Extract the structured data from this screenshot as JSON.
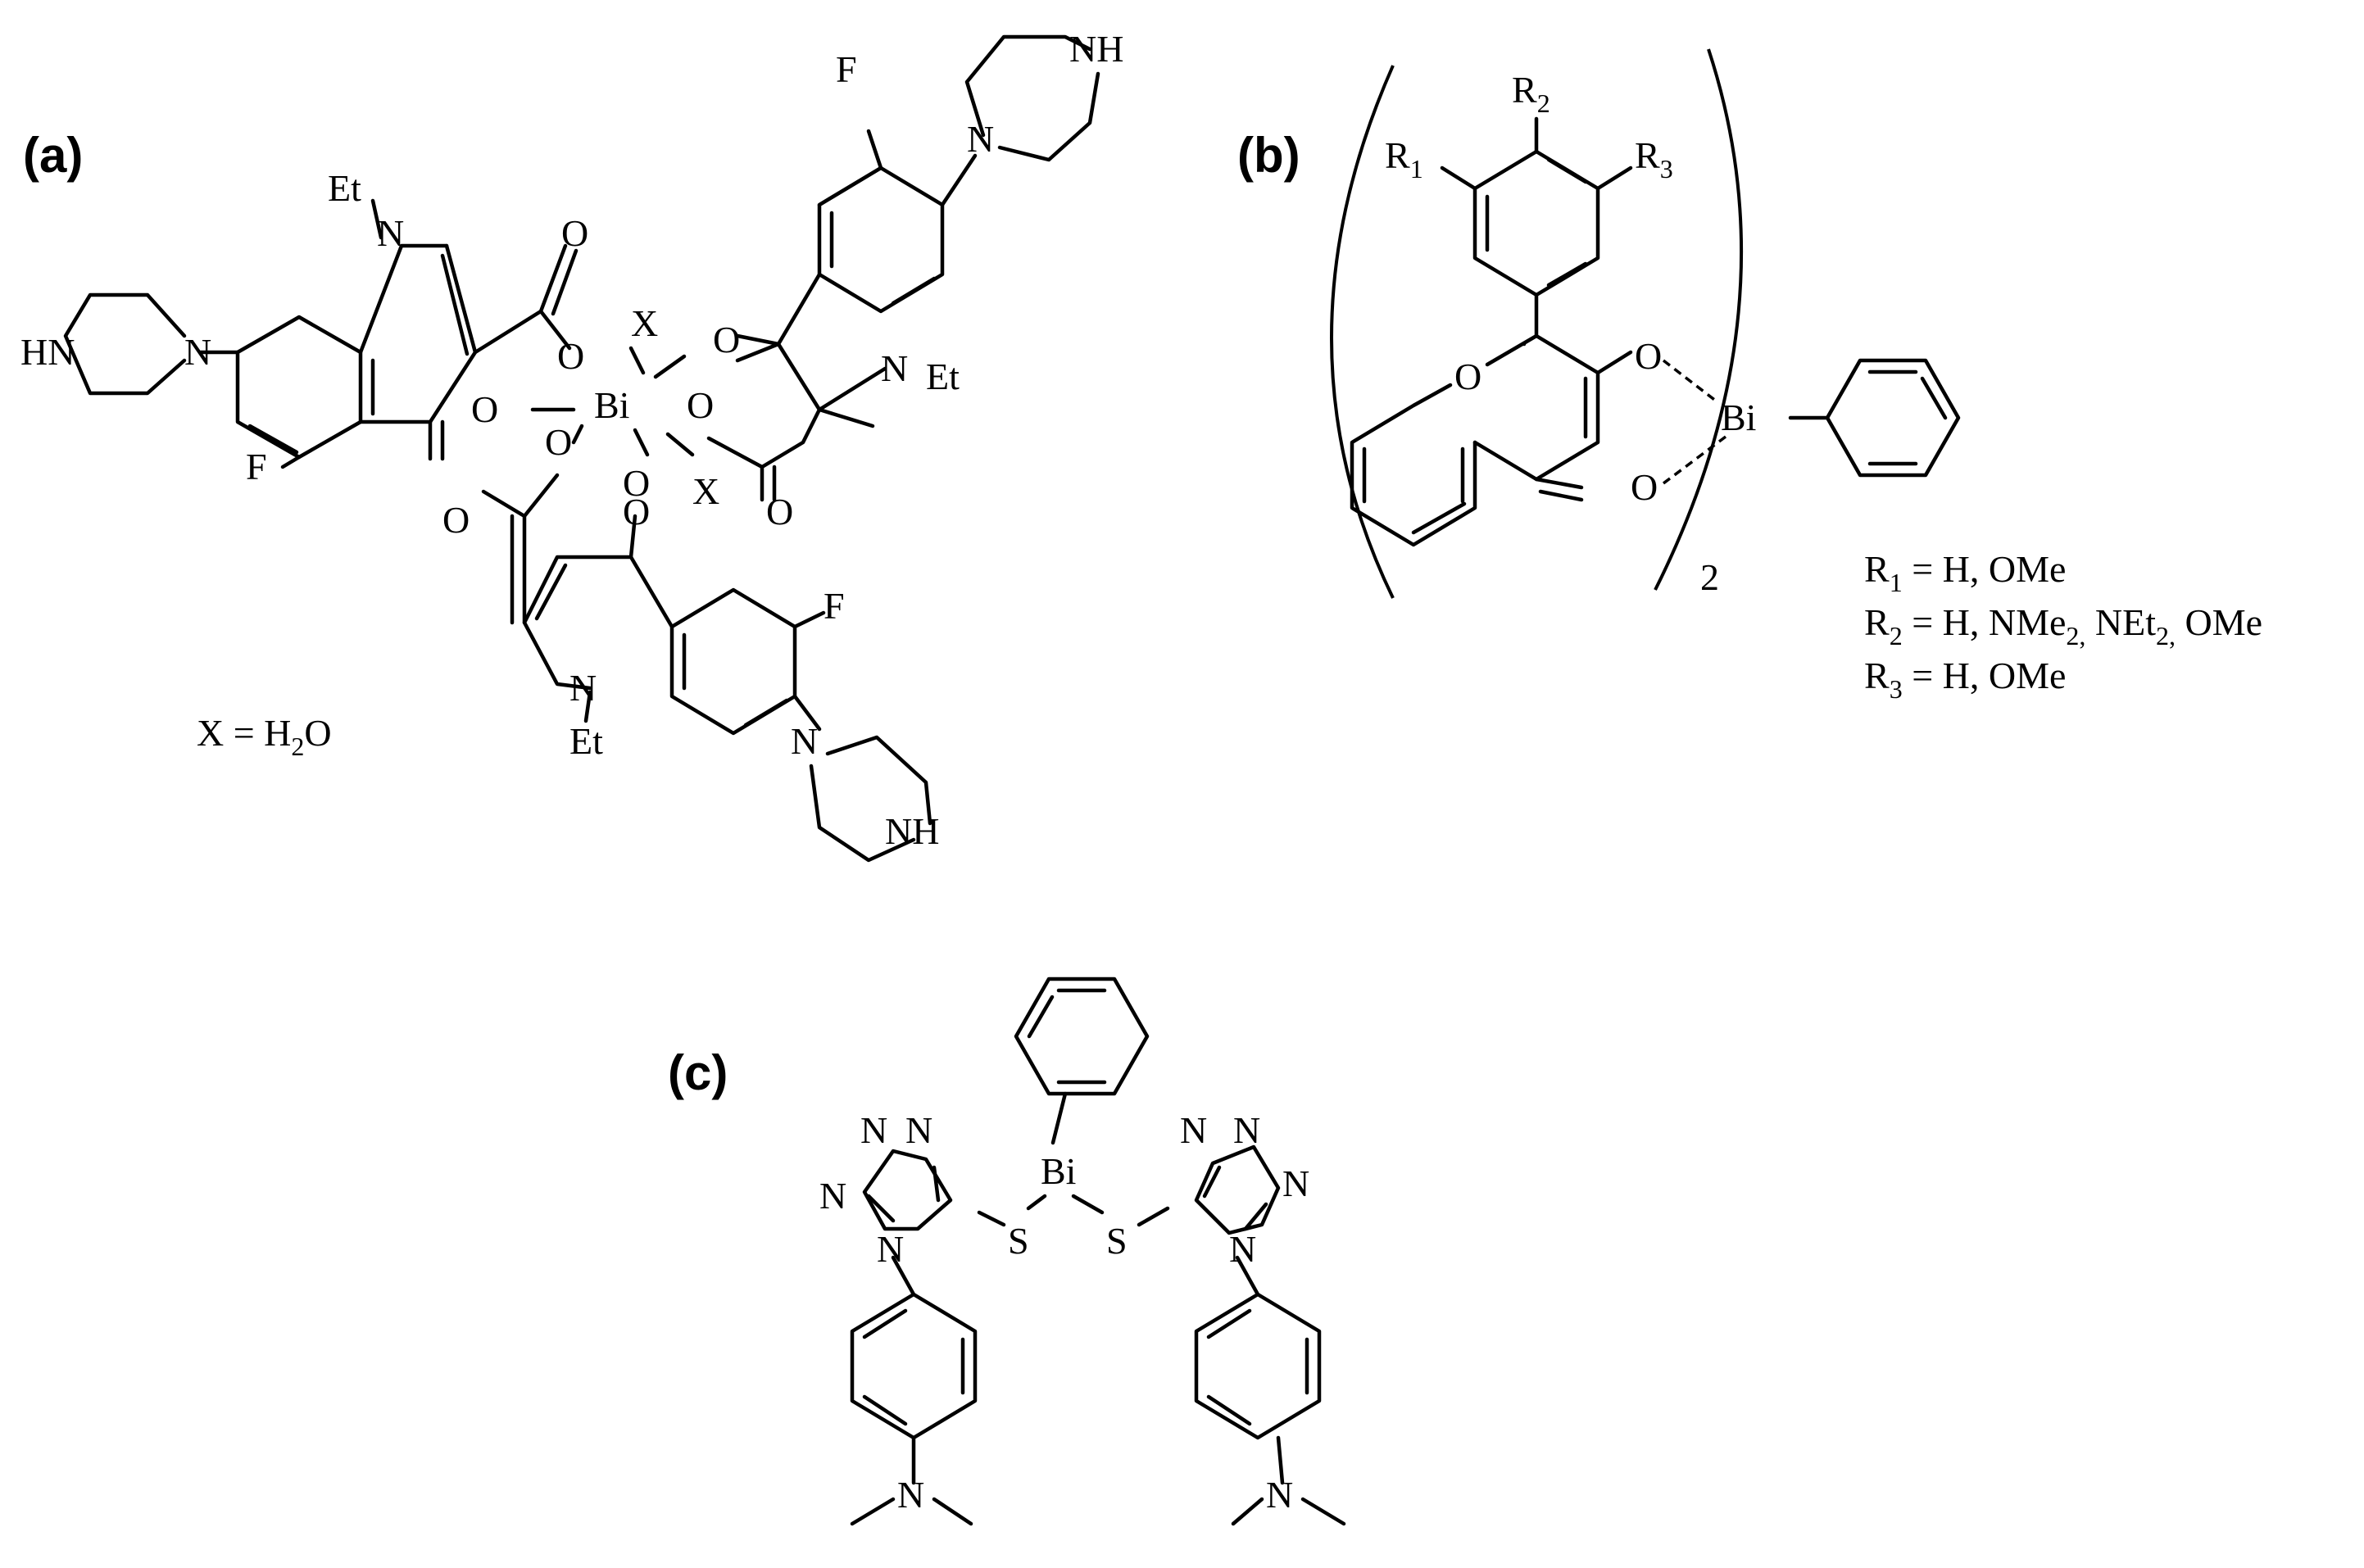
{
  "panels": {
    "a": {
      "label": "(a)",
      "atoms": {
        "bi": "Bi",
        "et": "Et",
        "n": "N",
        "o": "O",
        "f": "F",
        "hn": "HN",
        "nh": "NH",
        "x": "X"
      },
      "legend": {
        "x_eq": "X = H",
        "x_sub": "2",
        "x_tail": "O"
      }
    },
    "b": {
      "label": "(b)",
      "atoms": {
        "bi": "Bi",
        "o": "O",
        "r": "R",
        "r1_sub": "1",
        "r2_sub": "2",
        "r3_sub": "3"
      },
      "multiplier": "2",
      "definitions": {
        "r1": {
          "sym": "R",
          "sub": "1",
          "text": " = H, OMe"
        },
        "r2": {
          "sym": "R",
          "sub": "2",
          "text_a": " = H, NMe",
          "sub_a": "2,",
          "text_b": " NEt",
          "sub_b": "2,",
          "text_c": " OMe"
        },
        "r3": {
          "sym": "R",
          "sub": "3",
          "text": " = H, OMe"
        }
      }
    },
    "c": {
      "label": "(c)",
      "atoms": {
        "bi": "Bi",
        "s": "S",
        "n": "N"
      }
    }
  },
  "colors": {
    "ink": "#000000",
    "background": "#ffffff"
  }
}
